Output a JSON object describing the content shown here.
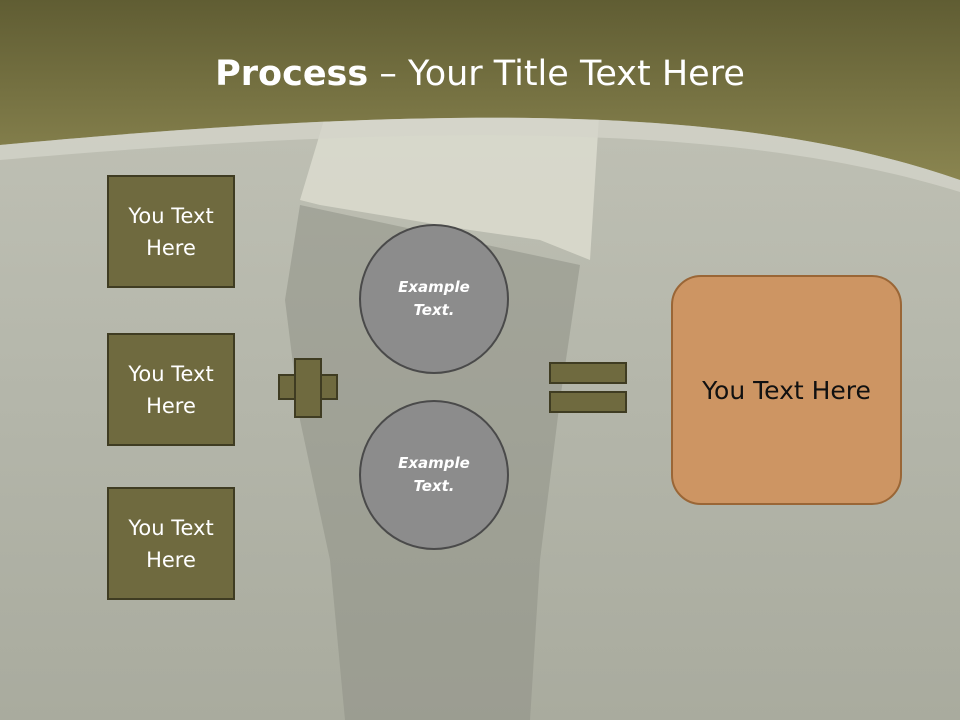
{
  "title": {
    "bold": "Process",
    "rest": " – Your Title Text Here"
  },
  "left_boxes": [
    {
      "label": "You Text Here"
    },
    {
      "label": "You Text Here"
    },
    {
      "label": "You Text Here"
    }
  ],
  "circles": [
    {
      "label": "Example Text."
    },
    {
      "label": "Example Text."
    }
  ],
  "result": {
    "label": "You Text Here"
  },
  "colors": {
    "header_band": "#7f7a45",
    "box_fill": "#6f6a3f",
    "circle_fill": "#8c8c8c",
    "result_fill": "#cd9563",
    "background": "#b9baaf"
  },
  "icons": [
    "plus-icon",
    "equals-icon"
  ]
}
